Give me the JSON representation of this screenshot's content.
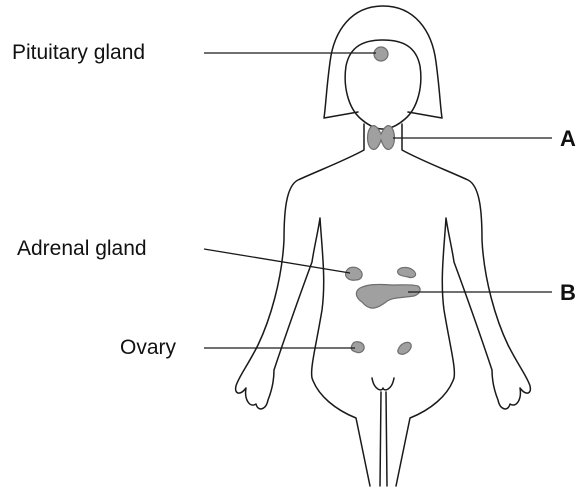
{
  "labels": {
    "pituitary": "Pituitary gland",
    "adrenal": "Adrenal gland",
    "ovary": "Ovary",
    "a": "A",
    "b": "B"
  },
  "colors": {
    "gland_fill": "#a0a0a0",
    "outline": "#1a1a1a"
  }
}
